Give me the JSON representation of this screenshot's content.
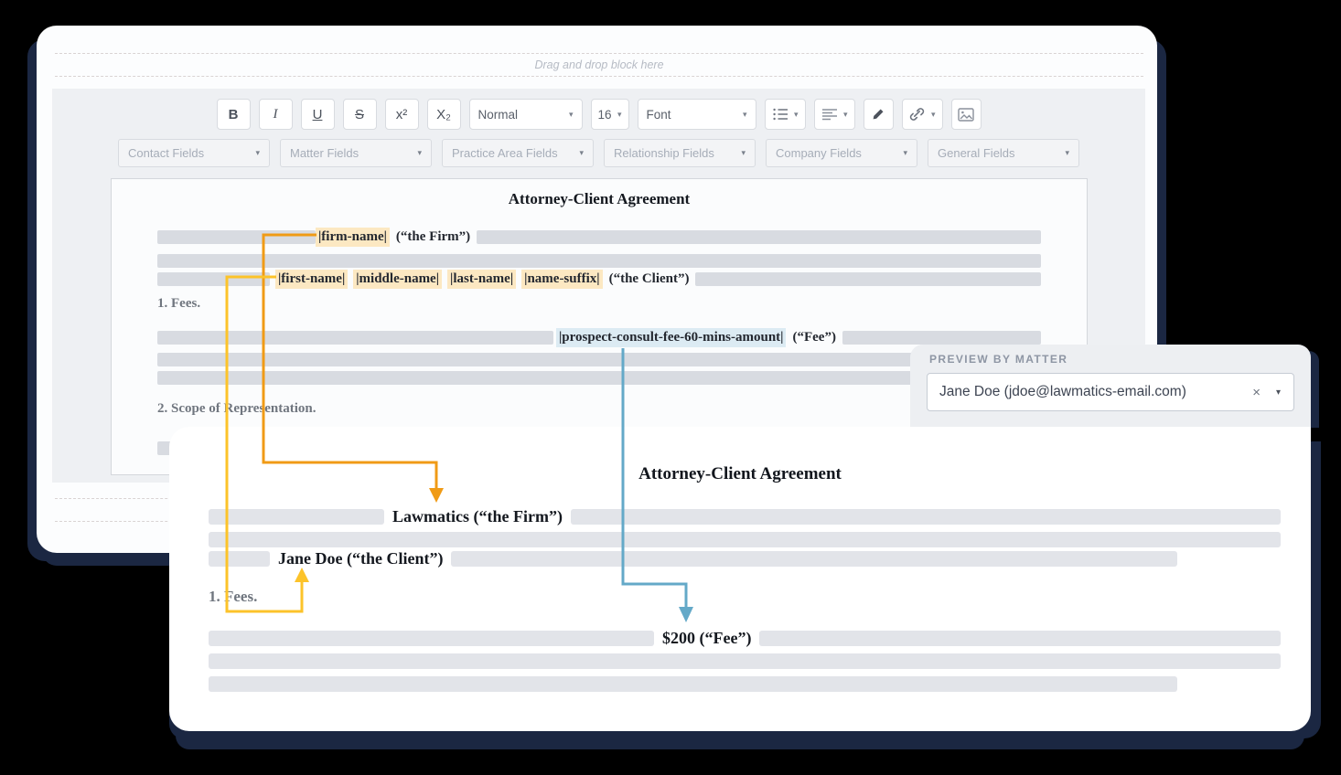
{
  "editor": {
    "drop_zone_label": "Drag and drop block here",
    "toolbar": {
      "bold": "B",
      "italic": "I",
      "underline": "U",
      "strike": "S",
      "superscript": "x²",
      "subscript": "X₂",
      "paragraph_style": "Normal",
      "font_size": "16",
      "font_family_label": "Font"
    },
    "field_menus": [
      "Contact Fields",
      "Matter Fields",
      "Practice Area Fields",
      "Relationship Fields",
      "Company Fields",
      "General Fields"
    ],
    "document": {
      "title": "Attorney-Client Agreement",
      "firm_field": "|firm-name|",
      "firm_suffix": "(“the Firm”)",
      "client_fields": [
        "|first-name|",
        "|middle-name|",
        "|last-name|",
        "|name-suffix|"
      ],
      "client_suffix": "(“the Client”)",
      "fees_heading": "1. Fees.",
      "fee_field": "|prospect-consult-fee-60-mins-amount|",
      "fee_suffix": "(“Fee”)",
      "scope_heading": "2. Scope of Representation."
    }
  },
  "preview_panel": {
    "label": "PREVIEW BY MATTER",
    "selected_matter": "Jane Doe (jdoe@lawmatics-email.com)"
  },
  "preview_document": {
    "title": "Attorney-Client Agreement",
    "firm_line": "Lawmatics (“the Firm”)",
    "client_line": "Jane Doe (“the Client”)",
    "fees_heading": "1. Fees.",
    "fee_line": "$200 (“Fee”)"
  },
  "icons": {
    "caret_down": "▾",
    "clear": "×"
  },
  "colors": {
    "arrow_orange": "#f09b16",
    "arrow_yellow": "#fcc32a",
    "arrow_blue": "#64a9c8",
    "highlight_contact": "#fce8c2",
    "highlight_matter": "#dcebf3"
  }
}
